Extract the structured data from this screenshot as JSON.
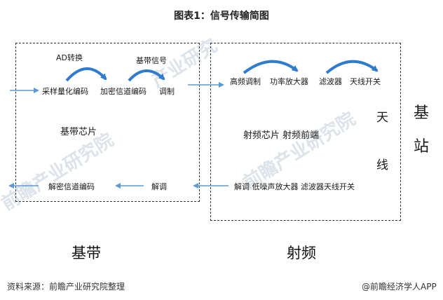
{
  "header": {
    "title": "图表1：信号传输简图"
  },
  "baseband_box": {
    "ad_label": "AD转换",
    "baseband_signal_label": "基带信号",
    "tx_chain": [
      "采样量化编码",
      "加密信道编码",
      "调制"
    ],
    "chip_label": "基带芯片",
    "rx_chain": [
      "解密信道编码",
      "解调"
    ],
    "section_label": "基带"
  },
  "rf_box": {
    "tx_chain": [
      "高频调制",
      "功率放大器",
      "滤波器",
      "天线开关"
    ],
    "chip_label": "射频芯片 射频前端",
    "rx_chain": "解调 低噪声放大器 滤波器天线开关",
    "section_label": "射频"
  },
  "antenna": {
    "chars": [
      "天",
      "线"
    ]
  },
  "base_station": {
    "chars": [
      "基",
      "站"
    ]
  },
  "footer": {
    "source": "资料来源：前瞻产业研究院整理",
    "brand": "@前瞻经济学人APP"
  },
  "colors": {
    "arrow": "#5b9bd5",
    "arc": "#2f7bd0"
  }
}
